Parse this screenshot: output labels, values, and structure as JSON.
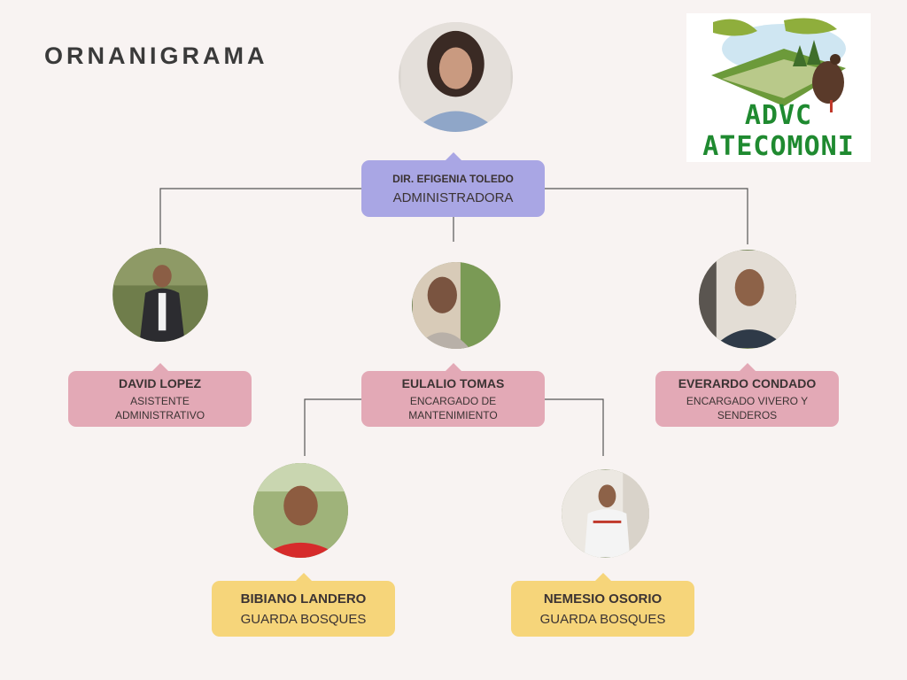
{
  "title": "ORNANIGRAMA",
  "logo": {
    "text": "ADVC ATECOMONI"
  },
  "nodes": {
    "director": {
      "name": "DIR. EFIGENIA TOLEDO",
      "role": "ADMINISTRADORA"
    },
    "david": {
      "name": "DAVID LOPEZ",
      "role_line1": "ASISTENTE",
      "role_line2": "ADMINISTRATIVO"
    },
    "eulalio": {
      "name": "EULALIO TOMAS",
      "role_line1": "ENCARGADO DE",
      "role_line2": "MANTENIMIENTO"
    },
    "everardo": {
      "name": "EVERARDO CONDADO",
      "role_line1": "ENCARGADO VIVERO Y",
      "role_line2": "SENDEROS"
    },
    "bibiano": {
      "name": "BIBIANO LANDERO",
      "role": "GUARDA BOSQUES"
    },
    "nemesio": {
      "name": "NEMESIO OSORIO",
      "role": "GUARDA BOSQUES"
    }
  },
  "colors": {
    "purple": "#a9a6e4",
    "pink": "#e3a9b6",
    "yellow": "#f6d57a",
    "line": "#555555"
  }
}
